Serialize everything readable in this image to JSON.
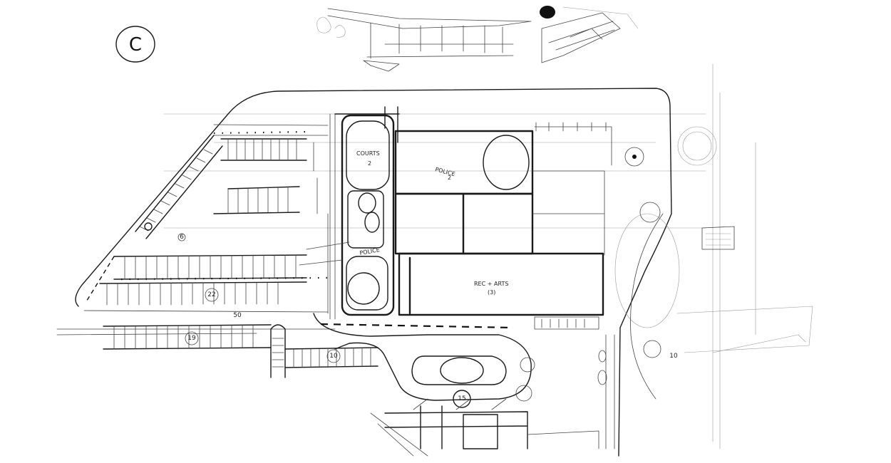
{
  "sheet_letter": "C",
  "labels": {
    "courts": "COURTS",
    "courts_num": "2",
    "police_top": "POLICE",
    "police_top_num": "2",
    "police_small": "POLICE",
    "rec_arts": "REC + ARTS",
    "rec_arts_num": "(3)"
  },
  "parking_counts": {
    "upper_lot": "22",
    "lower_lot": "19",
    "mid_lot": "50",
    "south_lot": "10",
    "dropoff": "15",
    "west_small": "6",
    "east_edge": "10"
  }
}
